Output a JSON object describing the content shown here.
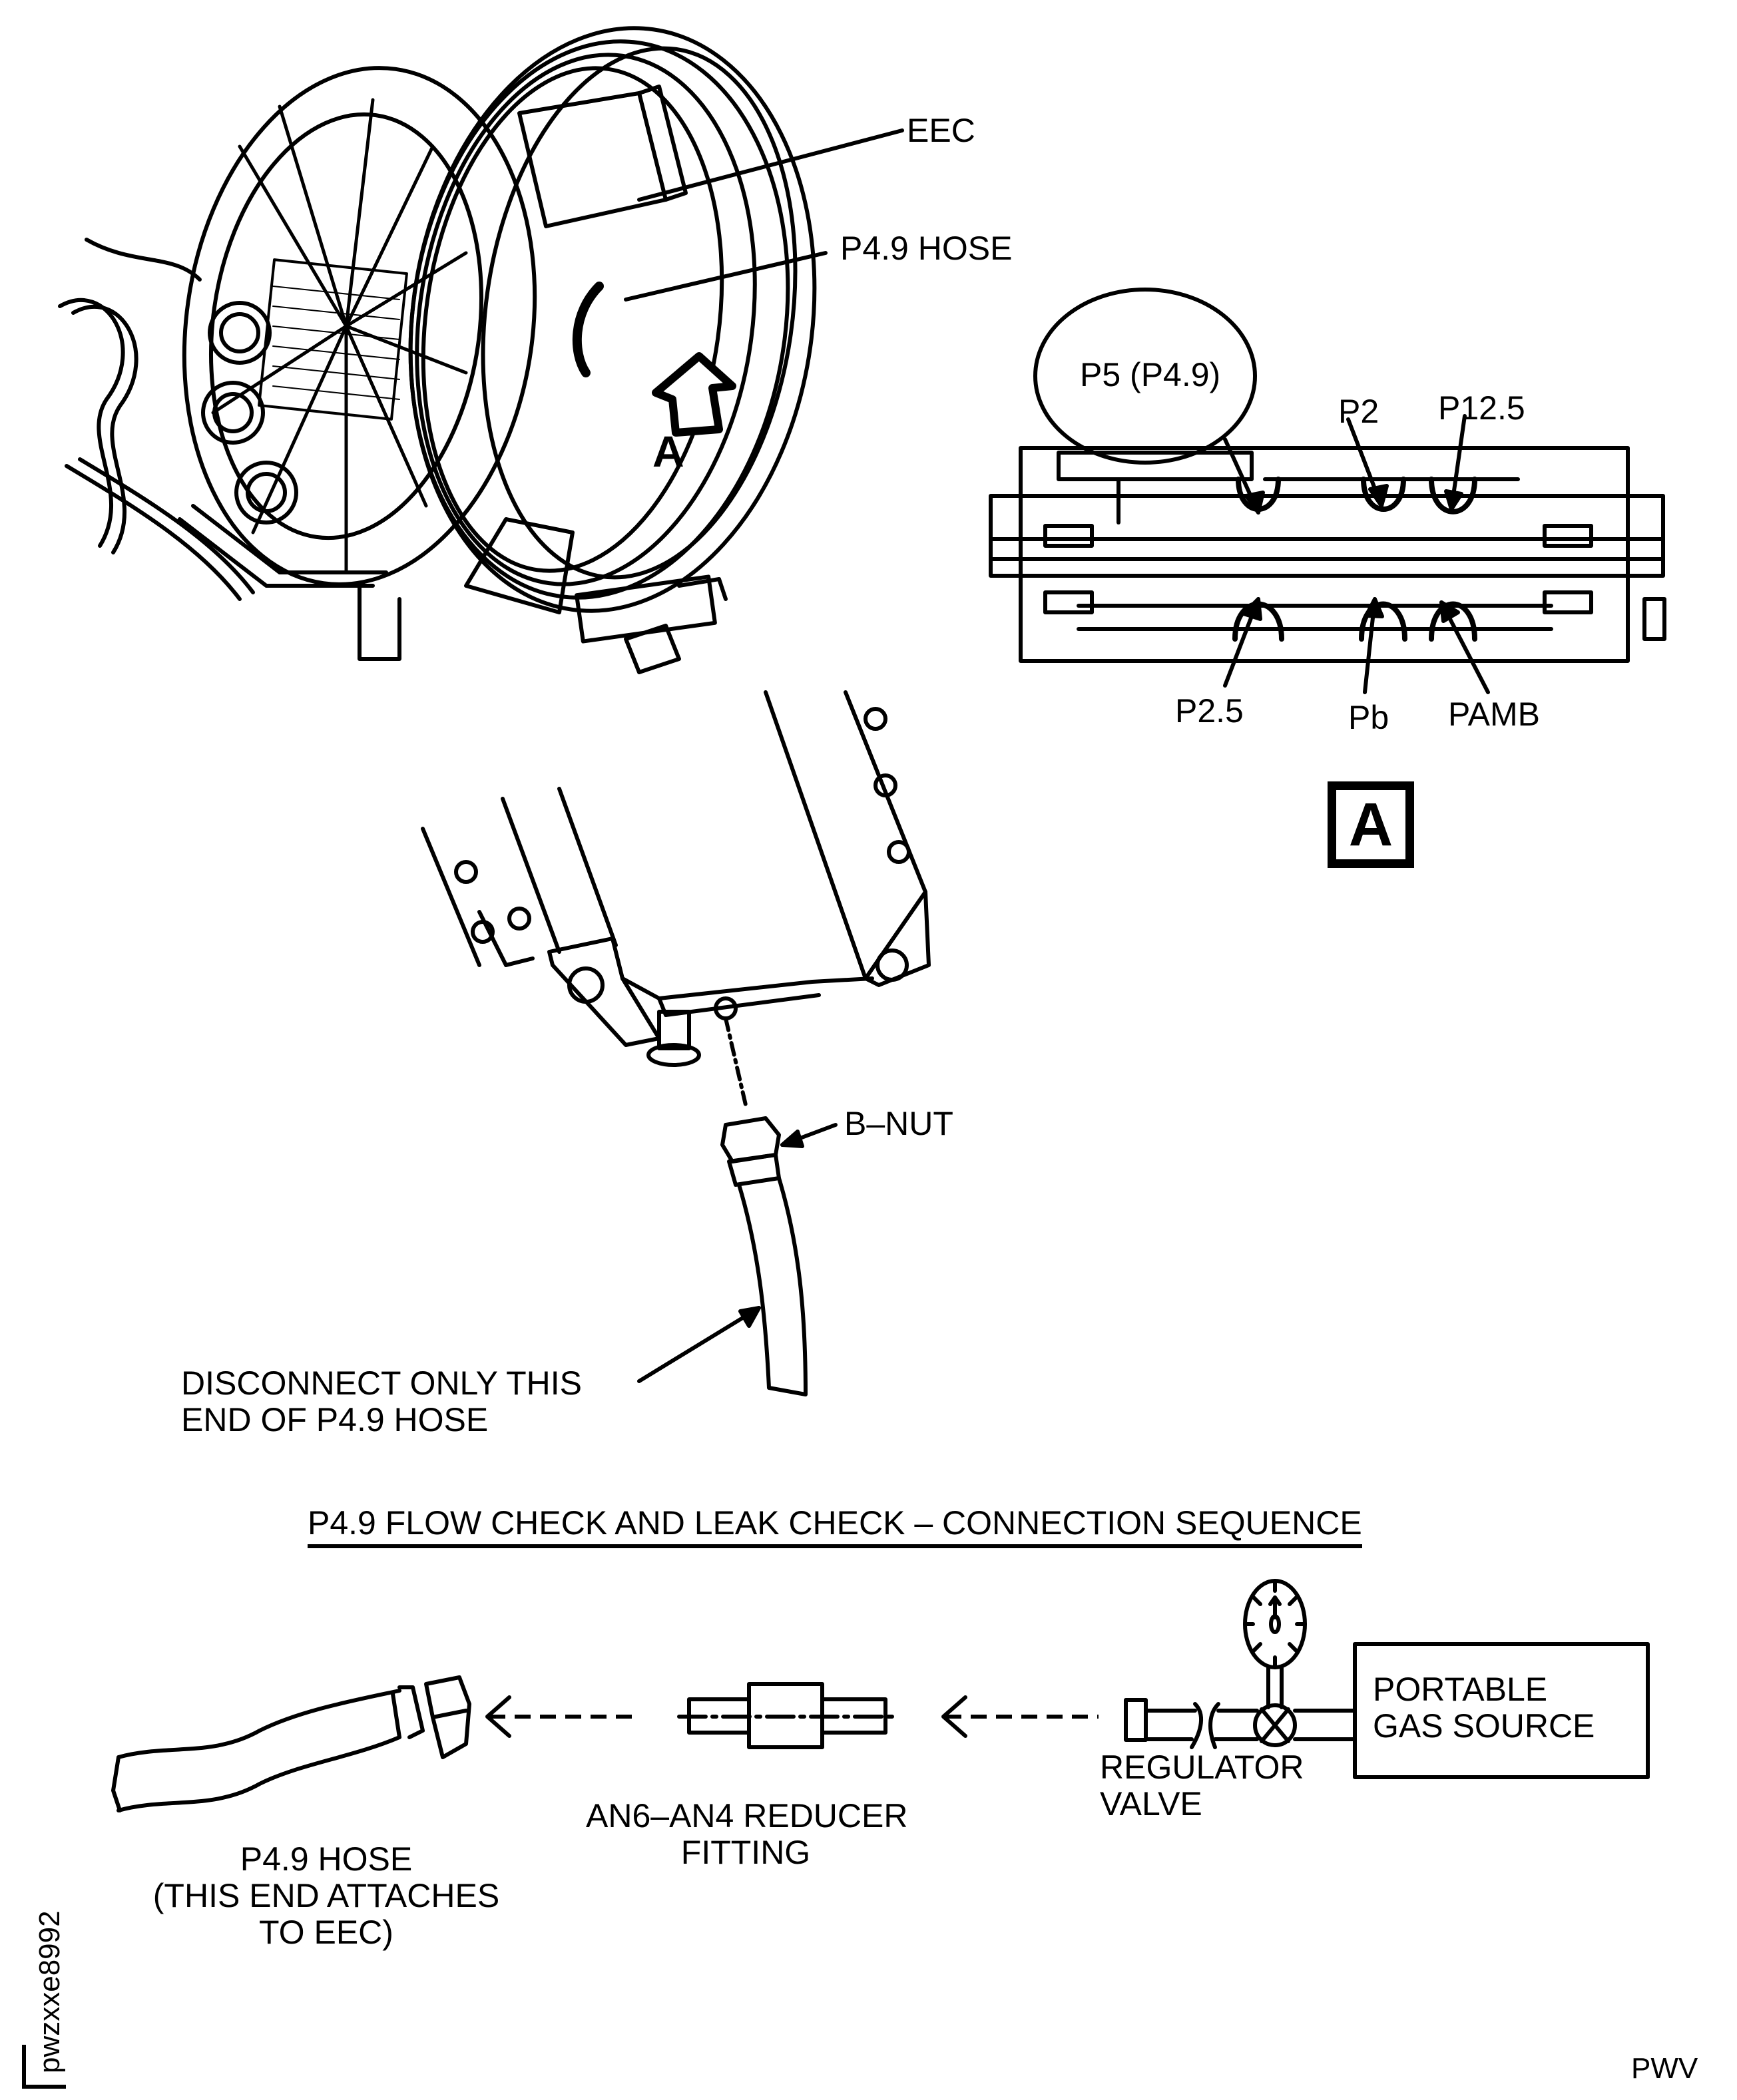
{
  "figure": {
    "title": "P4.9 FLOW CHECK AND LEAK CHECK – CONNECTION SEQUENCE",
    "figure_id": "pwzxxe8992",
    "publisher_code": "PWV"
  },
  "engine_view": {
    "callouts": [
      {
        "id": "eec",
        "label": "EEC"
      },
      {
        "id": "p49-hose",
        "label": "P4.9 HOSE"
      }
    ],
    "view_arrow_label": "A"
  },
  "detail_a": {
    "view_label": "A",
    "ports_top": [
      {
        "id": "p5",
        "label": "P5 (P4.9)",
        "circled": true
      },
      {
        "id": "p2",
        "label": "P2"
      },
      {
        "id": "p12-5",
        "label": "P12.5"
      }
    ],
    "ports_bottom": [
      {
        "id": "p2-5",
        "label": "P2.5"
      },
      {
        "id": "pb",
        "label": "Pb"
      },
      {
        "id": "pamb",
        "label": "PAMB"
      }
    ]
  },
  "eec_bottom_view": {
    "b_nut_label": "B–NUT",
    "disconnect_note_line1": "DISCONNECT ONLY THIS",
    "disconnect_note_line2": "END OF P4.9 HOSE"
  },
  "connection_sequence": {
    "hose_label_line1": "P4.9 HOSE",
    "hose_label_line2": "(THIS END ATTACHES",
    "hose_label_line3": "TO EEC)",
    "fitting_label_line1": "AN6–AN4 REDUCER",
    "fitting_label_line2": "FITTING",
    "regulator_label_line1": "REGULATOR",
    "regulator_label_line2": "VALVE",
    "gas_source_line1": "PORTABLE",
    "gas_source_line2": "GAS SOURCE"
  }
}
